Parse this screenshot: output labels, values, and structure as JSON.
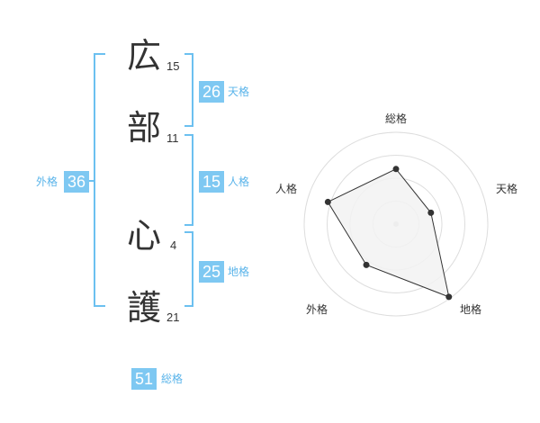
{
  "name": {
    "characters": [
      {
        "char": "広",
        "strokes": "15"
      },
      {
        "char": "部",
        "strokes": "11"
      },
      {
        "char": "心",
        "strokes": "4"
      },
      {
        "char": "護",
        "strokes": "21"
      }
    ]
  },
  "fortune": {
    "tenkaku": {
      "value": "26",
      "label": "天格"
    },
    "jinkaku": {
      "value": "15",
      "label": "人格"
    },
    "chikaku": {
      "value": "25",
      "label": "地格"
    },
    "gaikaku": {
      "value": "36",
      "label": "外格"
    },
    "soukaku": {
      "value": "51",
      "label": "総格"
    }
  },
  "radar": {
    "axes": [
      "総格",
      "天格",
      "地格",
      "外格",
      "人格"
    ],
    "values": [
      0.6,
      0.4,
      0.98,
      0.55,
      0.78
    ],
    "colors": {
      "fill": "#f2f2f2",
      "line": "#333333",
      "rings": "#dddddd",
      "point": "#333333"
    }
  },
  "colors": {
    "accent": "#7ec8f2",
    "bracket": "#6cc0f0"
  }
}
